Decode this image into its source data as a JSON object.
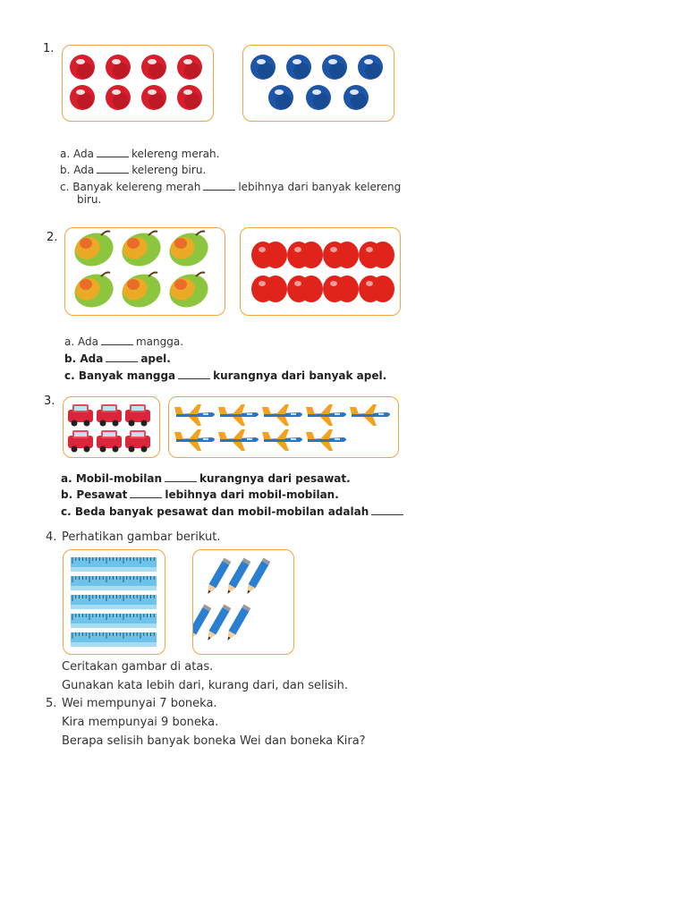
{
  "q1": {
    "number": "1.",
    "red_marble_count": 8,
    "blue_marble_count": 7,
    "colors": {
      "red": "#d81e2c",
      "blue": "#1d56a8"
    },
    "a_pre": "a.  Ada",
    "a_post": "kelereng merah.",
    "b_pre": "b.  Ada",
    "b_post": "kelereng biru.",
    "c_pre": "c.  Banyak kelereng merah",
    "c_post": "lebihnya dari banyak kelereng",
    "c_cont": "biru."
  },
  "q2": {
    "number": "2.",
    "mango_count": 6,
    "apple_count": 8,
    "a_pre": "a.  Ada",
    "a_post": "mangga.",
    "b_pre": "b.  Ada",
    "b_post": "apel.",
    "c_pre": "c.  Banyak mangga",
    "c_post": "kurangnya dari banyak apel."
  },
  "q3": {
    "number": "3.",
    "car_count": 6,
    "plane_count": 9,
    "a_pre": "a.  Mobil-mobilan",
    "a_post": "kurangnya dari pesawat.",
    "b_pre": "b.  Pesawat",
    "b_post": "lebihnya dari mobil-mobilan.",
    "c_pre": "c.  Beda banyak pesawat dan mobil-mobilan adalah"
  },
  "q4": {
    "number": "4.",
    "prompt": "Perhatikan gambar berikut.",
    "ruler_count": 5,
    "pencil_count": 6,
    "line1": "Ceritakan gambar di atas.",
    "line2": "Gunakan kata lebih dari, kurang dari, dan selisih."
  },
  "q5": {
    "number": "5.",
    "line1": "Wei mempunyai 7 boneka.",
    "line2": "Kira mempunyai 9 boneka.",
    "line3": "Berapa selisih banyak boneka Wei dan boneka Kira?"
  }
}
